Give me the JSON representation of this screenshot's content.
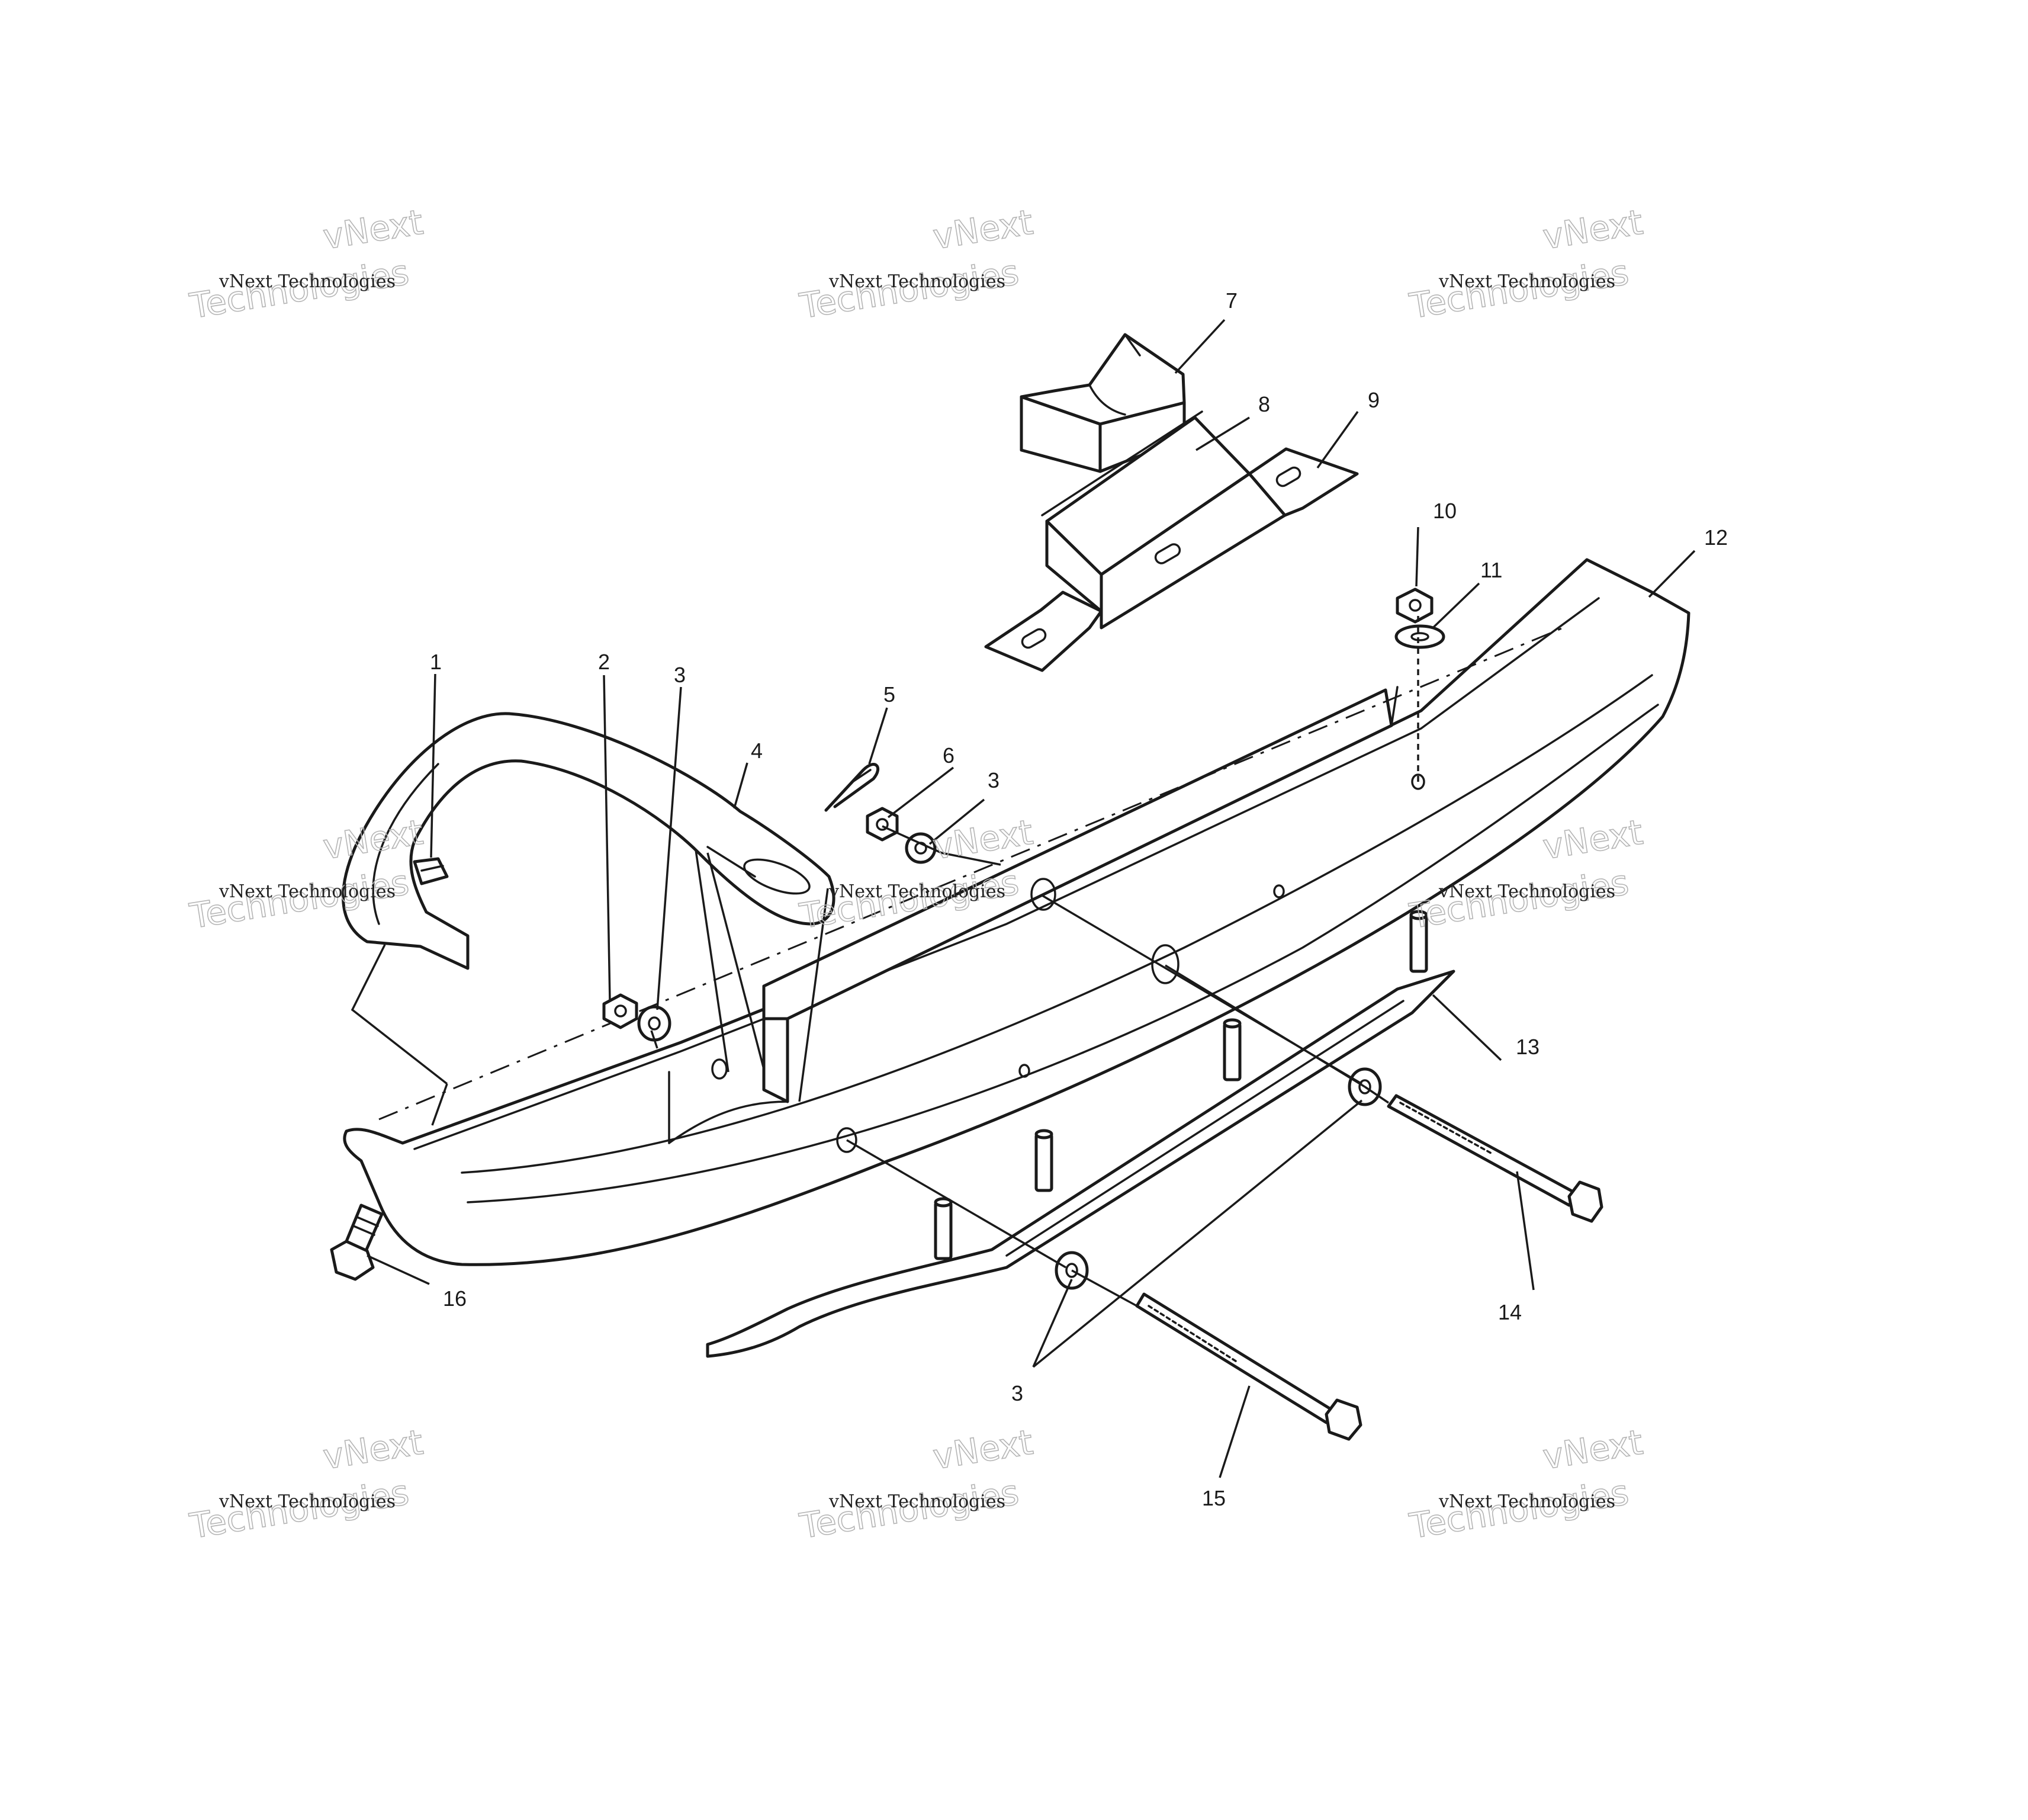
{
  "diagram": {
    "callouts": [
      "1",
      "2",
      "3",
      "4",
      "5",
      "6",
      "3",
      "7",
      "8",
      "9",
      "10",
      "11",
      "12",
      "13",
      "14",
      "15",
      "16",
      "3"
    ],
    "watermark": {
      "small_text": "vNext Technologies",
      "large_line1": "vNext",
      "large_line2": "Technologies"
    }
  }
}
